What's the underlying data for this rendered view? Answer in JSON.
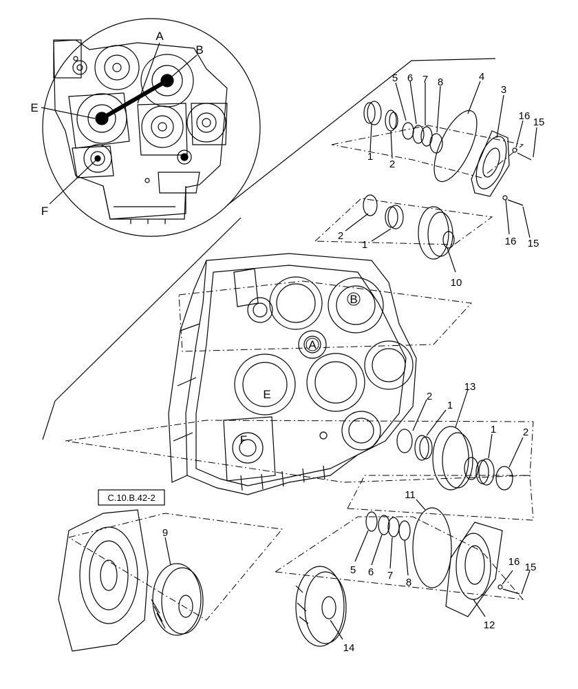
{
  "diagram": {
    "reference_box": "C.10.B.42-2",
    "callouts": [
      {
        "id": "c-1a",
        "text": "1"
      },
      {
        "id": "c-2a",
        "text": "2"
      },
      {
        "id": "c-3",
        "text": "3"
      },
      {
        "id": "c-4",
        "text": "4"
      },
      {
        "id": "c-5a",
        "text": "5"
      },
      {
        "id": "c-6a",
        "text": "6"
      },
      {
        "id": "c-7a",
        "text": "7"
      },
      {
        "id": "c-8a",
        "text": "8"
      },
      {
        "id": "c-16a",
        "text": "16"
      },
      {
        "id": "c-15a",
        "text": "15"
      },
      {
        "id": "c-16b",
        "text": "16"
      },
      {
        "id": "c-15b",
        "text": "15"
      },
      {
        "id": "c-2b",
        "text": "2"
      },
      {
        "id": "c-1b",
        "text": "1"
      },
      {
        "id": "c-10",
        "text": "10"
      },
      {
        "id": "c-13",
        "text": "13"
      },
      {
        "id": "c-2c",
        "text": "2"
      },
      {
        "id": "c-1c",
        "text": "1"
      },
      {
        "id": "c-1d",
        "text": "1"
      },
      {
        "id": "c-2d",
        "text": "2"
      },
      {
        "id": "c-11",
        "text": "11"
      },
      {
        "id": "c-5b",
        "text": "5"
      },
      {
        "id": "c-6b",
        "text": "6"
      },
      {
        "id": "c-7b",
        "text": "7"
      },
      {
        "id": "c-8b",
        "text": "8"
      },
      {
        "id": "c-16c",
        "text": "16"
      },
      {
        "id": "c-15c",
        "text": "15"
      },
      {
        "id": "c-12",
        "text": "12"
      },
      {
        "id": "c-9",
        "text": "9"
      },
      {
        "id": "c-14",
        "text": "14"
      }
    ],
    "inset_letters": [
      {
        "id": "il-a",
        "text": "A"
      },
      {
        "id": "il-b",
        "text": "B"
      },
      {
        "id": "il-e",
        "text": "E"
      },
      {
        "id": "il-f",
        "text": "F"
      }
    ],
    "housing_letters": [
      {
        "id": "hl-b",
        "text": "B"
      },
      {
        "id": "hl-a",
        "text": "A"
      },
      {
        "id": "hl-e",
        "text": "E"
      },
      {
        "id": "hl-f",
        "text": "F"
      }
    ]
  }
}
